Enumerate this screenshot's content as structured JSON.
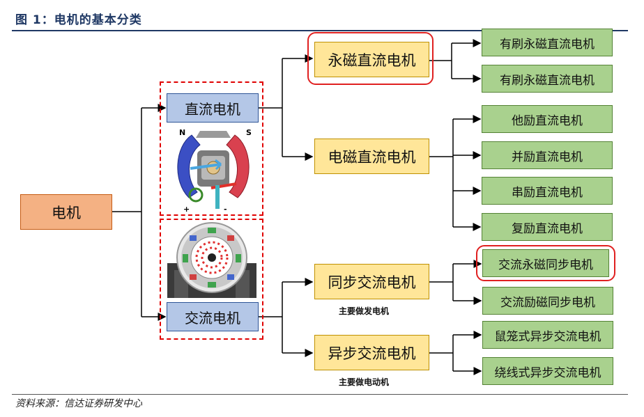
{
  "figure": {
    "title": "图 1：电机的基本分类",
    "source": "资料来源：信达证券研发中心"
  },
  "root": {
    "label": "电机"
  },
  "dc": {
    "label": "直流电机",
    "motor_image_labels": {
      "n": "N",
      "s": "S",
      "plus": "+",
      "minus": "-"
    }
  },
  "ac": {
    "label": "交流电机"
  },
  "pm_dc": {
    "label": "永磁直流电机"
  },
  "em_dc": {
    "label": "电磁直流电机"
  },
  "sync_ac": {
    "label": "同步交流电机",
    "note": "主要做发电机"
  },
  "async_ac": {
    "label": "异步交流电机",
    "note": "主要做电动机"
  },
  "leaves": [
    "有刷永磁直流电机",
    "有刷永磁直流电机",
    "他励直流电机",
    "并励直流电机",
    "串励直流电机",
    "复励直流电机",
    "交流永磁同步电机",
    "交流励磁同步电机",
    "鼠笼式异步交流电机",
    "绕线式异步交流电机"
  ],
  "colors": {
    "root_fill": "#f4b183",
    "level1_fill": "#b4c7e7",
    "level2_fill": "#ffe699",
    "leaf_fill": "#a9d18e",
    "highlight": "#e02020"
  }
}
